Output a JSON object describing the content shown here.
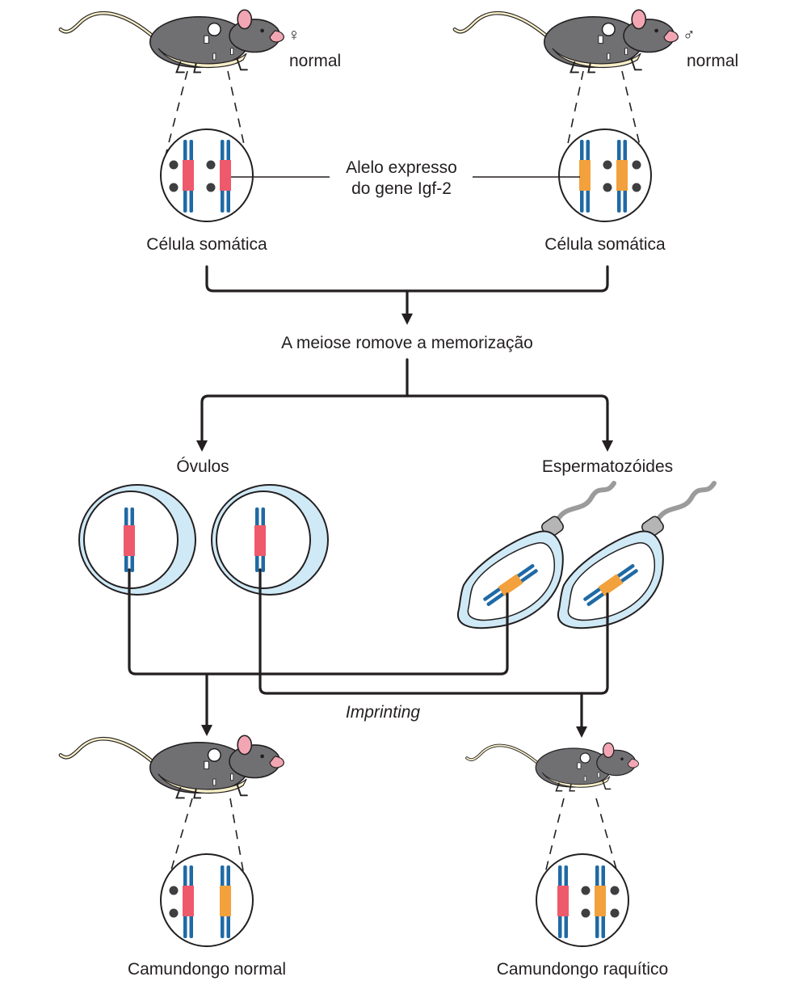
{
  "colors": {
    "chromosome_blue": "#1f6aa5",
    "allele_red": "#ee5a6b",
    "allele_orange": "#f3a13c",
    "methyl_dot": "#3f3f41",
    "cytoplasm_light_blue": "#cfeaf6",
    "mouse_gray": "#707073",
    "mouse_belly": "#f7efc8",
    "mouse_pink": "#f2a6b3",
    "sperm_tail_gray": "#9b9b9b",
    "line_black": "#231f20"
  },
  "labels": {
    "female_symbol": "♀",
    "female_status": "normal",
    "male_symbol": "♂",
    "male_status": "normal",
    "expressed_allele_line1": "Alelo expresso",
    "expressed_allele_line2": "do gene Igf-2",
    "somatic_cell_female": "Célula somática",
    "somatic_cell_male": "Célula somática",
    "meiosis": "A meiose romove a memorização",
    "eggs": "Óvulos",
    "sperm": "Espermatozóides",
    "imprinting": "Imprinting",
    "offspring_normal": "Camundongo normal",
    "offspring_dwarf": "Camundongo raquítico"
  },
  "icons": {
    "mouse": "mouse-illustration",
    "cell": "cell-with-chromosomes",
    "egg": "egg-cell",
    "sperm": "sperm-cell"
  }
}
